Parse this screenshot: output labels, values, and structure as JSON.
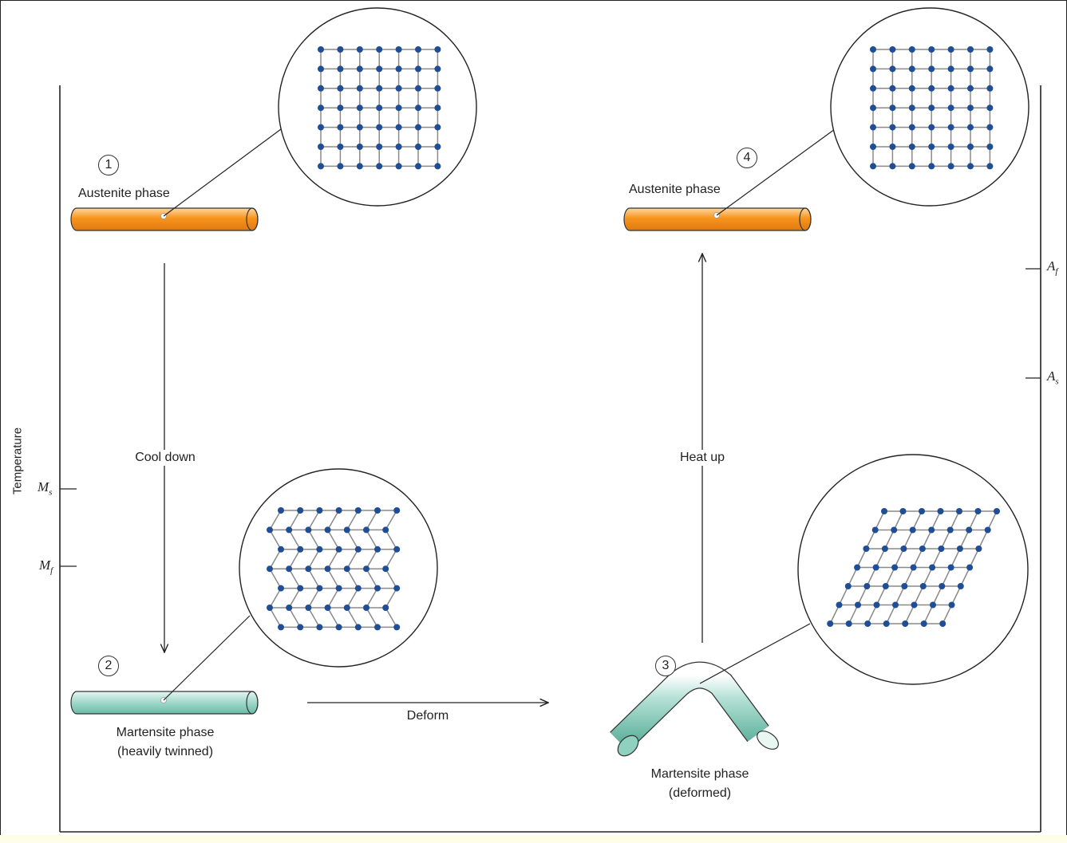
{
  "axis": {
    "left_label": "Temperature",
    "ms": {
      "letter": "M",
      "sub": "s"
    },
    "mf": {
      "letter": "M",
      "sub": "f"
    },
    "af": {
      "letter": "A",
      "sub": "f"
    },
    "as": {
      "letter": "A",
      "sub": "s"
    }
  },
  "stages": [
    {
      "number": "1",
      "label": "Austenite phase"
    },
    {
      "number": "2",
      "label_line1": "Martensite phase",
      "label_line2": "(heavily twinned)"
    },
    {
      "number": "3",
      "label_line1": "Martensite phase",
      "label_line2": "(deformed)"
    },
    {
      "number": "4",
      "label": "Austenite phase"
    }
  ],
  "arrows": {
    "cool": "Cool down",
    "deform": "Deform",
    "heat": "Heat up"
  },
  "colors": {
    "austenite": "#f7941d",
    "martensite": "#7fc9b6",
    "atom": "#1f4e96",
    "bond": "#8a8a8a",
    "line": "#222222"
  }
}
